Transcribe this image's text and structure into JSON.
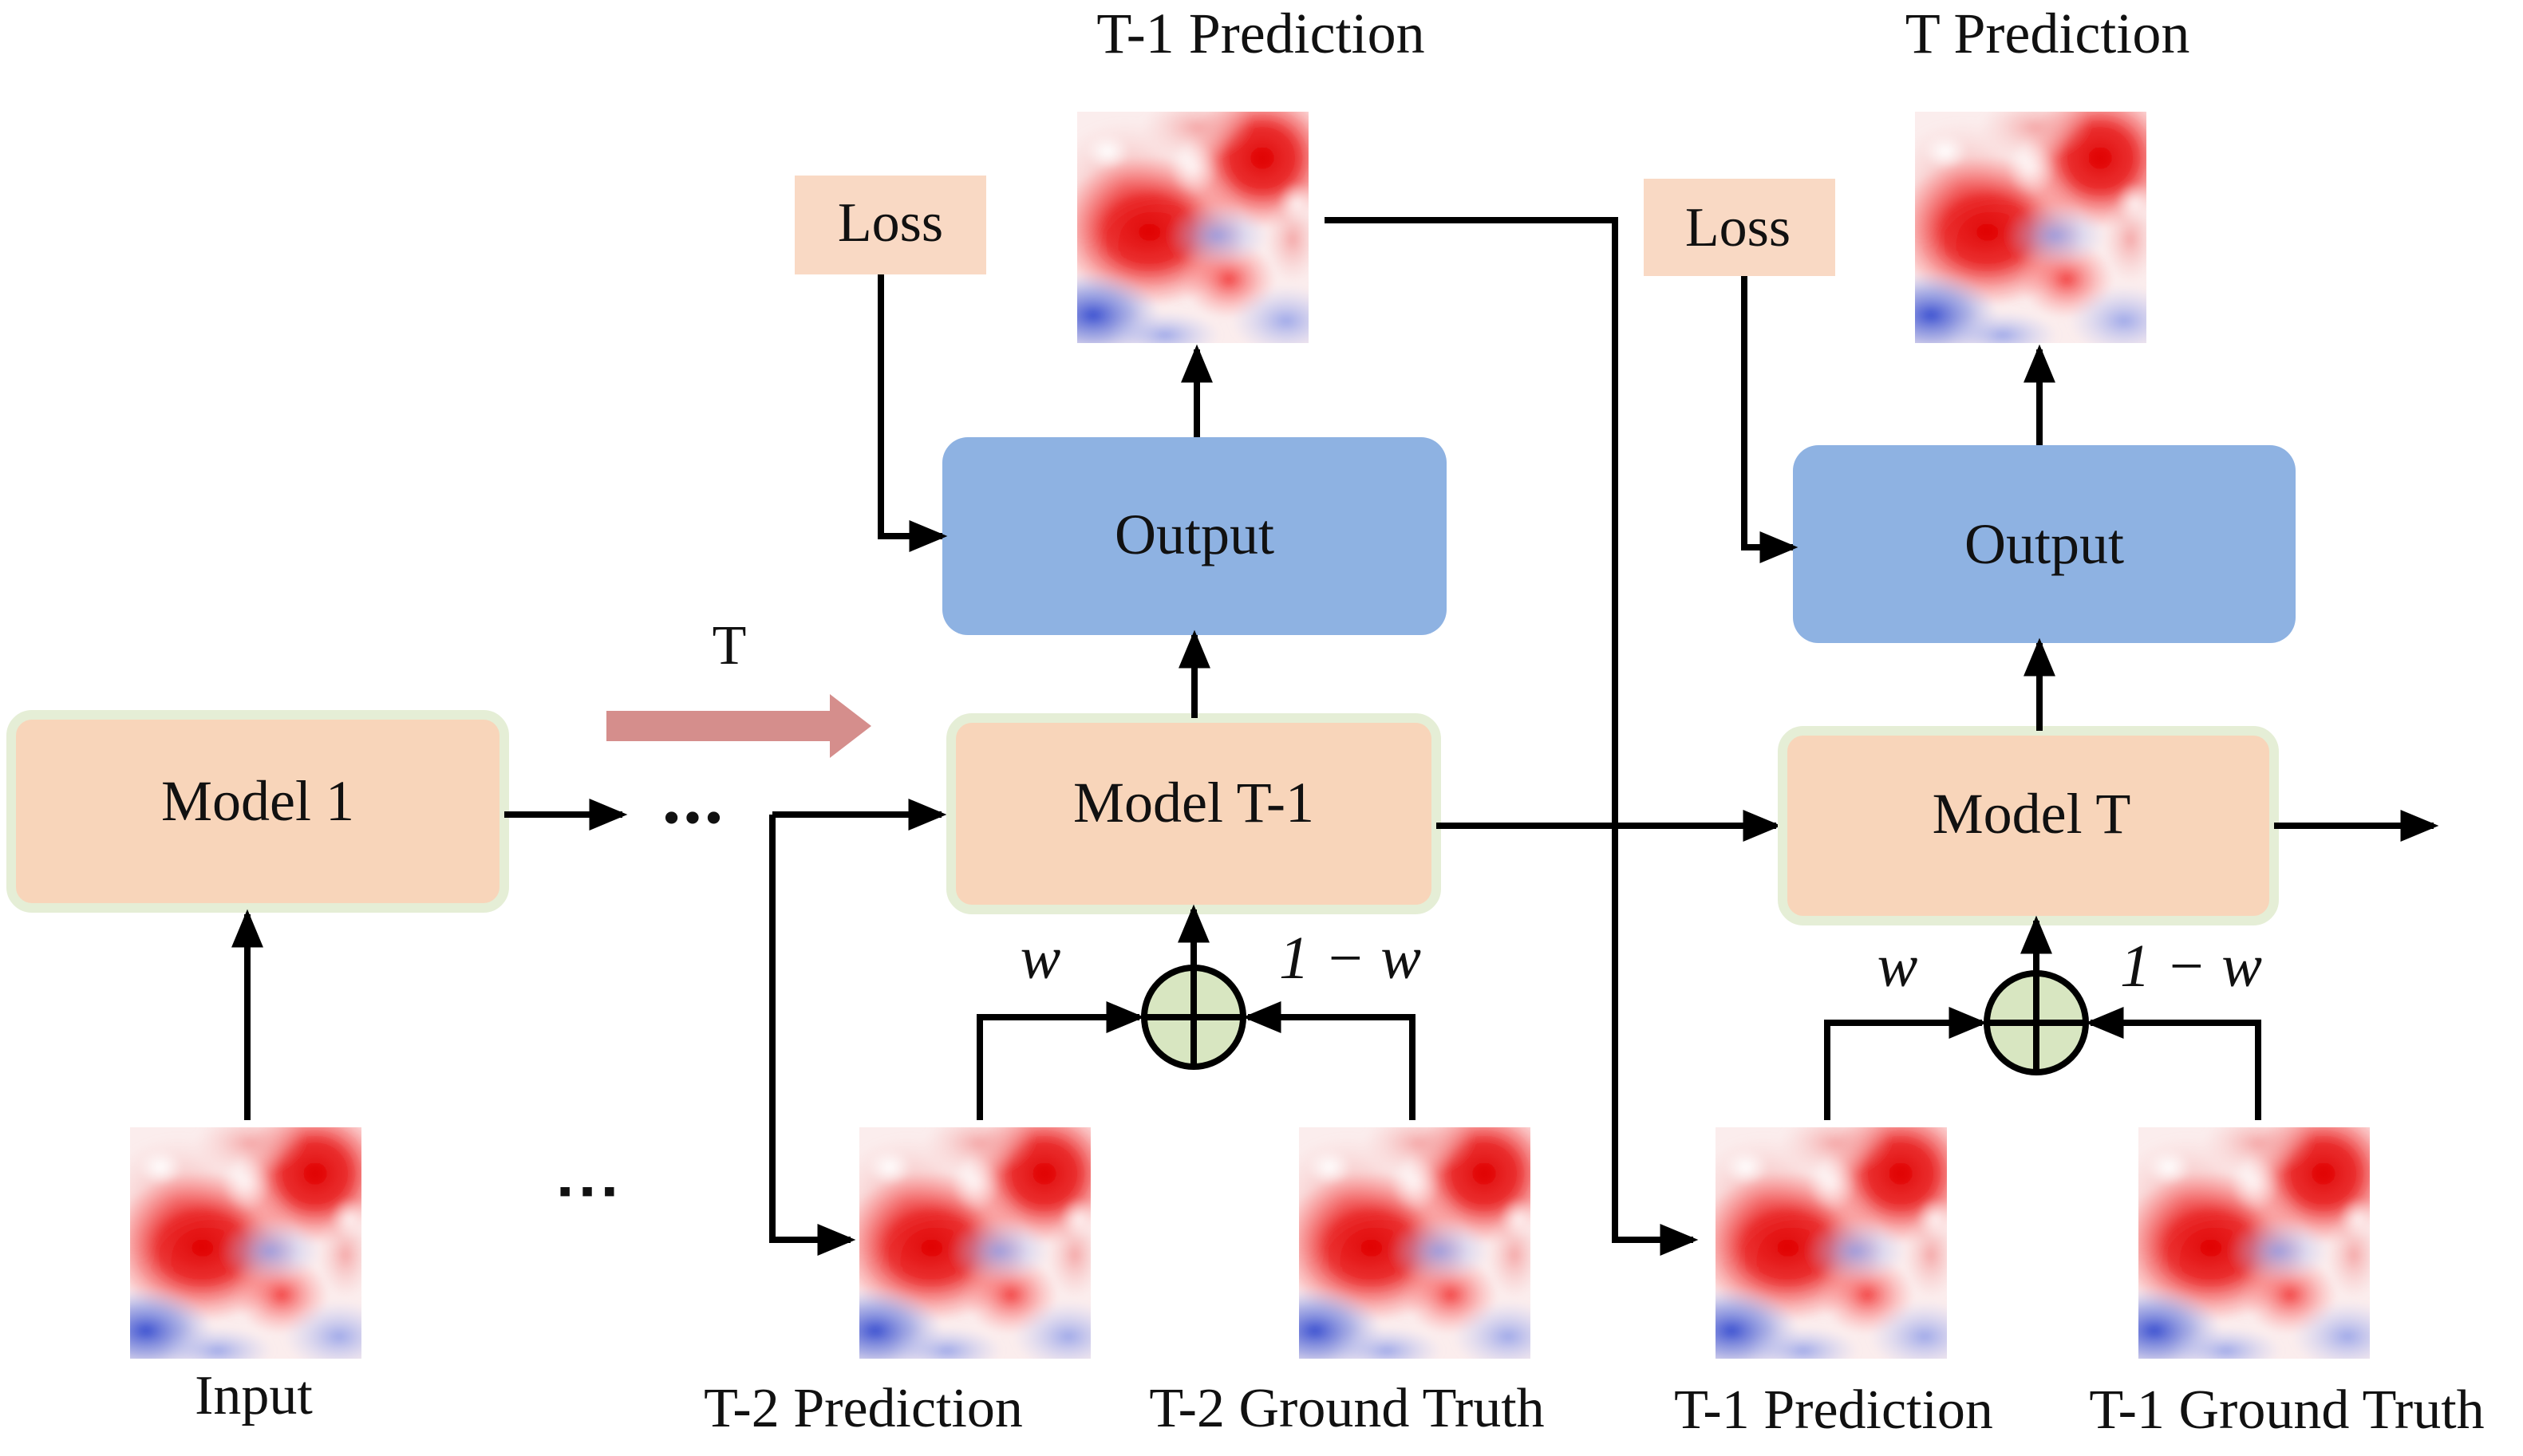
{
  "colors": {
    "model_fill": "#F8D5BA",
    "model_border": "#E5EED6",
    "output_fill": "#8EB2E2",
    "loss_fill": "#F9D9C4",
    "sum_fill": "#D8E6C1",
    "time_arrow": "#D58E8C",
    "heat_red": "#E00000",
    "heat_blue": "#3A4FD0"
  },
  "stage1": {
    "model_label": "Model 1",
    "input_caption": "Input"
  },
  "time_arrow": {
    "label": "T"
  },
  "ellipsis": {
    "inline": "•••",
    "lower": "▪ ▪ ▪"
  },
  "stage_t_minus_1": {
    "model_label": "Model T-1",
    "output_label": "Output",
    "loss_label": "Loss",
    "prediction_title": "T-1 Prediction",
    "weight_left": "w",
    "weight_right": "1 − w",
    "input_pred_caption": "T-2 Prediction",
    "input_gt_caption": "T-2 Ground Truth"
  },
  "stage_t": {
    "model_label": "Model T",
    "output_label": "Output",
    "loss_label": "Loss",
    "prediction_title": "T Prediction",
    "weight_left": "w",
    "weight_right": "1 − w",
    "input_pred_caption": "T-1 Prediction",
    "input_gt_caption": "T-1 Ground Truth"
  },
  "icons": {
    "sum": "circle-plus-icon",
    "heatmap": "heatmap-thumbnail-icon"
  }
}
